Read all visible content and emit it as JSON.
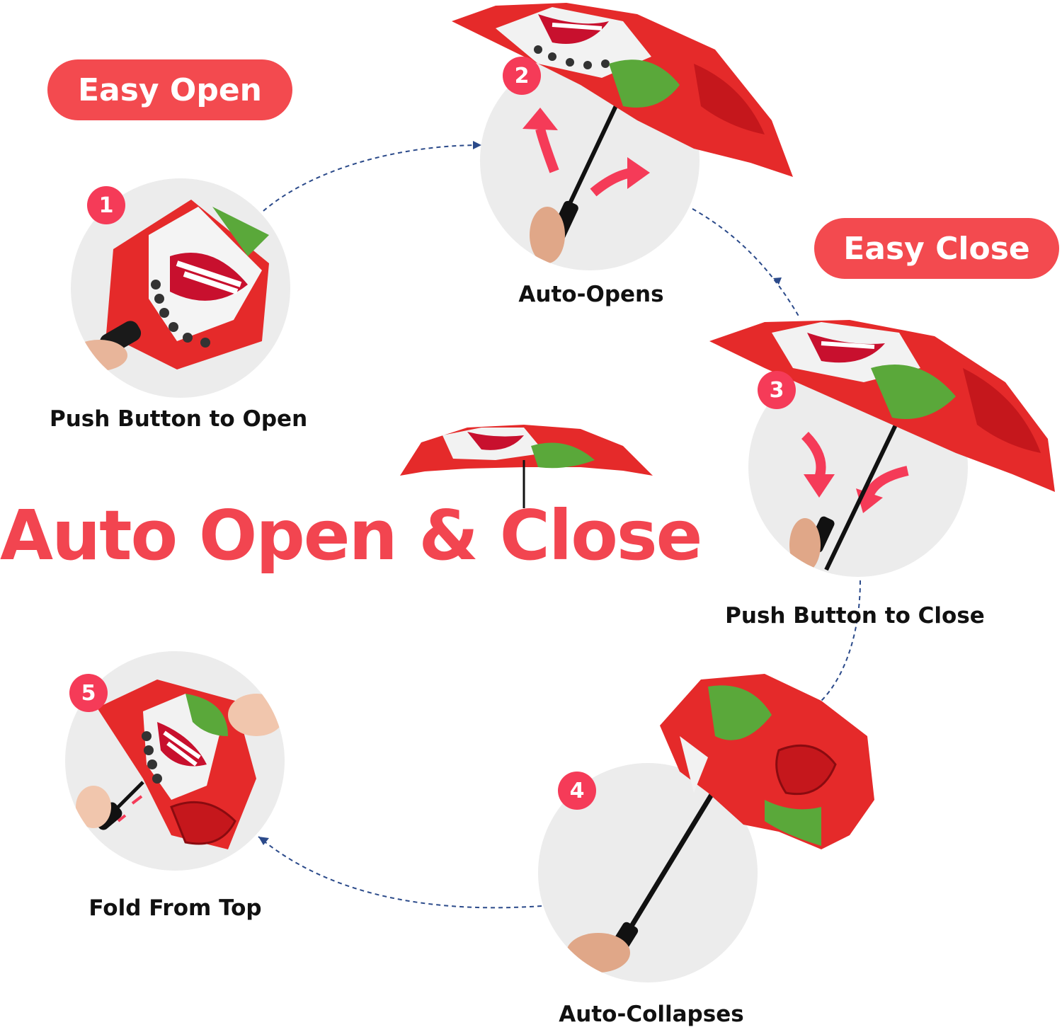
{
  "badges": {
    "easy_open": "Easy Open",
    "easy_close": "Easy Close"
  },
  "headline": "Auto Open & Close",
  "steps": [
    {
      "number": "1",
      "label": "Push Button to Open"
    },
    {
      "number": "2",
      "label": "Auto-Opens"
    },
    {
      "number": "3",
      "label": "Push Button to Close"
    },
    {
      "number": "4",
      "label": "Auto-Collapses"
    },
    {
      "number": "5",
      "label": "Fold From Top"
    }
  ],
  "colors": {
    "accent_red": "#f34a4f",
    "badge_pink": "#f53b58",
    "canopy_red": "#e52a2a",
    "leaf_green": "#5aa83a",
    "path_blue": "#2b4a8a",
    "circle_grey": "#ececec"
  },
  "icons": {
    "umbrella": "umbrella-icon",
    "arrow": "curved-arrow-icon",
    "hand": "hand-icon"
  }
}
